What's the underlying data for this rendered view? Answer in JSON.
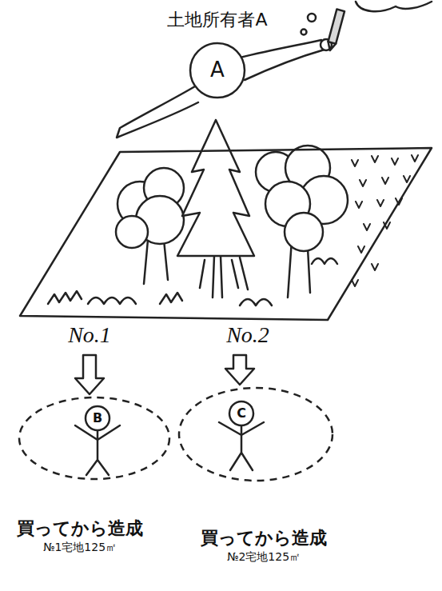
{
  "diagram": {
    "nodes": [
      {
        "text": [
          "土地所有者A",
          "A"
        ]
      },
      {
        "text": [
          "No.1",
          "No.2"
        ]
      },
      {
        "text": [
          "B",
          "買ってから造成",
          "№1宅地125㎡"
        ]
      },
      {
        "text": [
          "C",
          "買ってから造成",
          "№2宅地125㎡"
        ]
      }
    ],
    "edges": [
      {
        "from": 1,
        "to": 2,
        "arrow": "to"
      },
      {
        "from": 1,
        "to": 3,
        "arrow": "to"
      }
    ]
  }
}
